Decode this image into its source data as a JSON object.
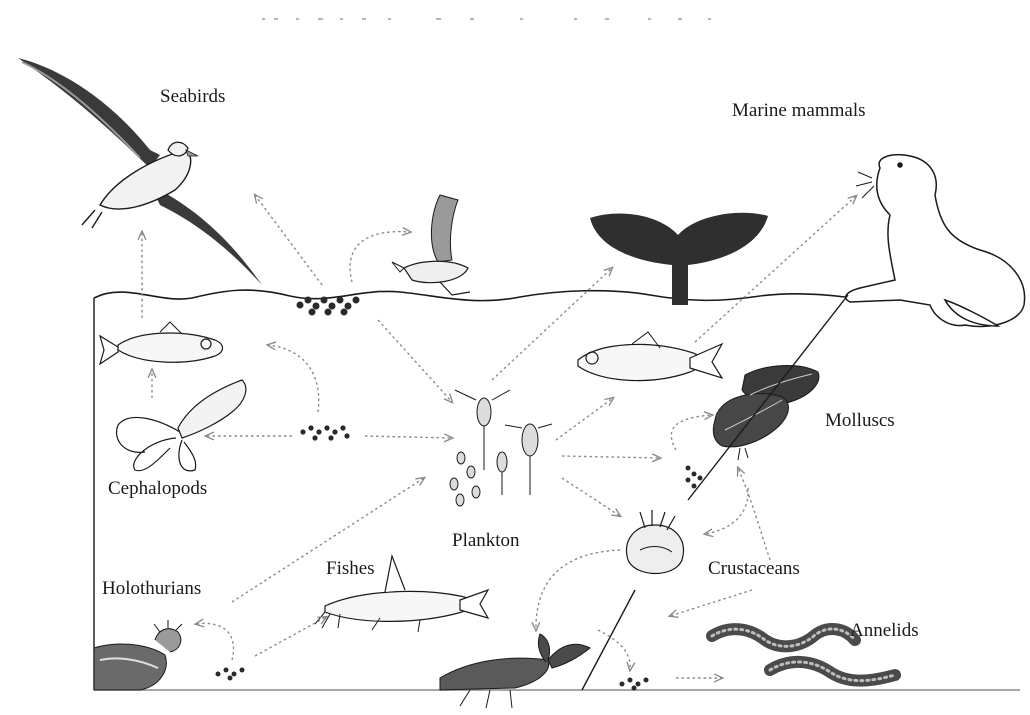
{
  "diagram": {
    "labels": {
      "seabirds": "Seabirds",
      "marine_mammals": "Marine mammals",
      "molluscs": "Molluscs",
      "cephalopods": "Cephalopods",
      "plankton": "Plankton",
      "crustaceans": "Crustaceans",
      "holothurians": "Holothurians",
      "fishes": "Fishes",
      "annelids": "Annelids"
    },
    "colors": {
      "ink": "#1a1a1a",
      "arrow": "#8a8a8a",
      "fill_dark": "#3a3a3a",
      "fill_mid": "#9a9a9a",
      "fill_light": "#e6e6e6"
    },
    "icons": [
      "albatross-icon",
      "gull-icon",
      "whale-tail-icon",
      "sea-lion-icon",
      "fish-icon",
      "squid-icon",
      "copepod-icon",
      "mussel-icon",
      "barnacle-icon",
      "catfish-icon",
      "sea-cucumber-icon",
      "crayfish-icon",
      "worm-icon",
      "particle-cluster-icon"
    ]
  }
}
